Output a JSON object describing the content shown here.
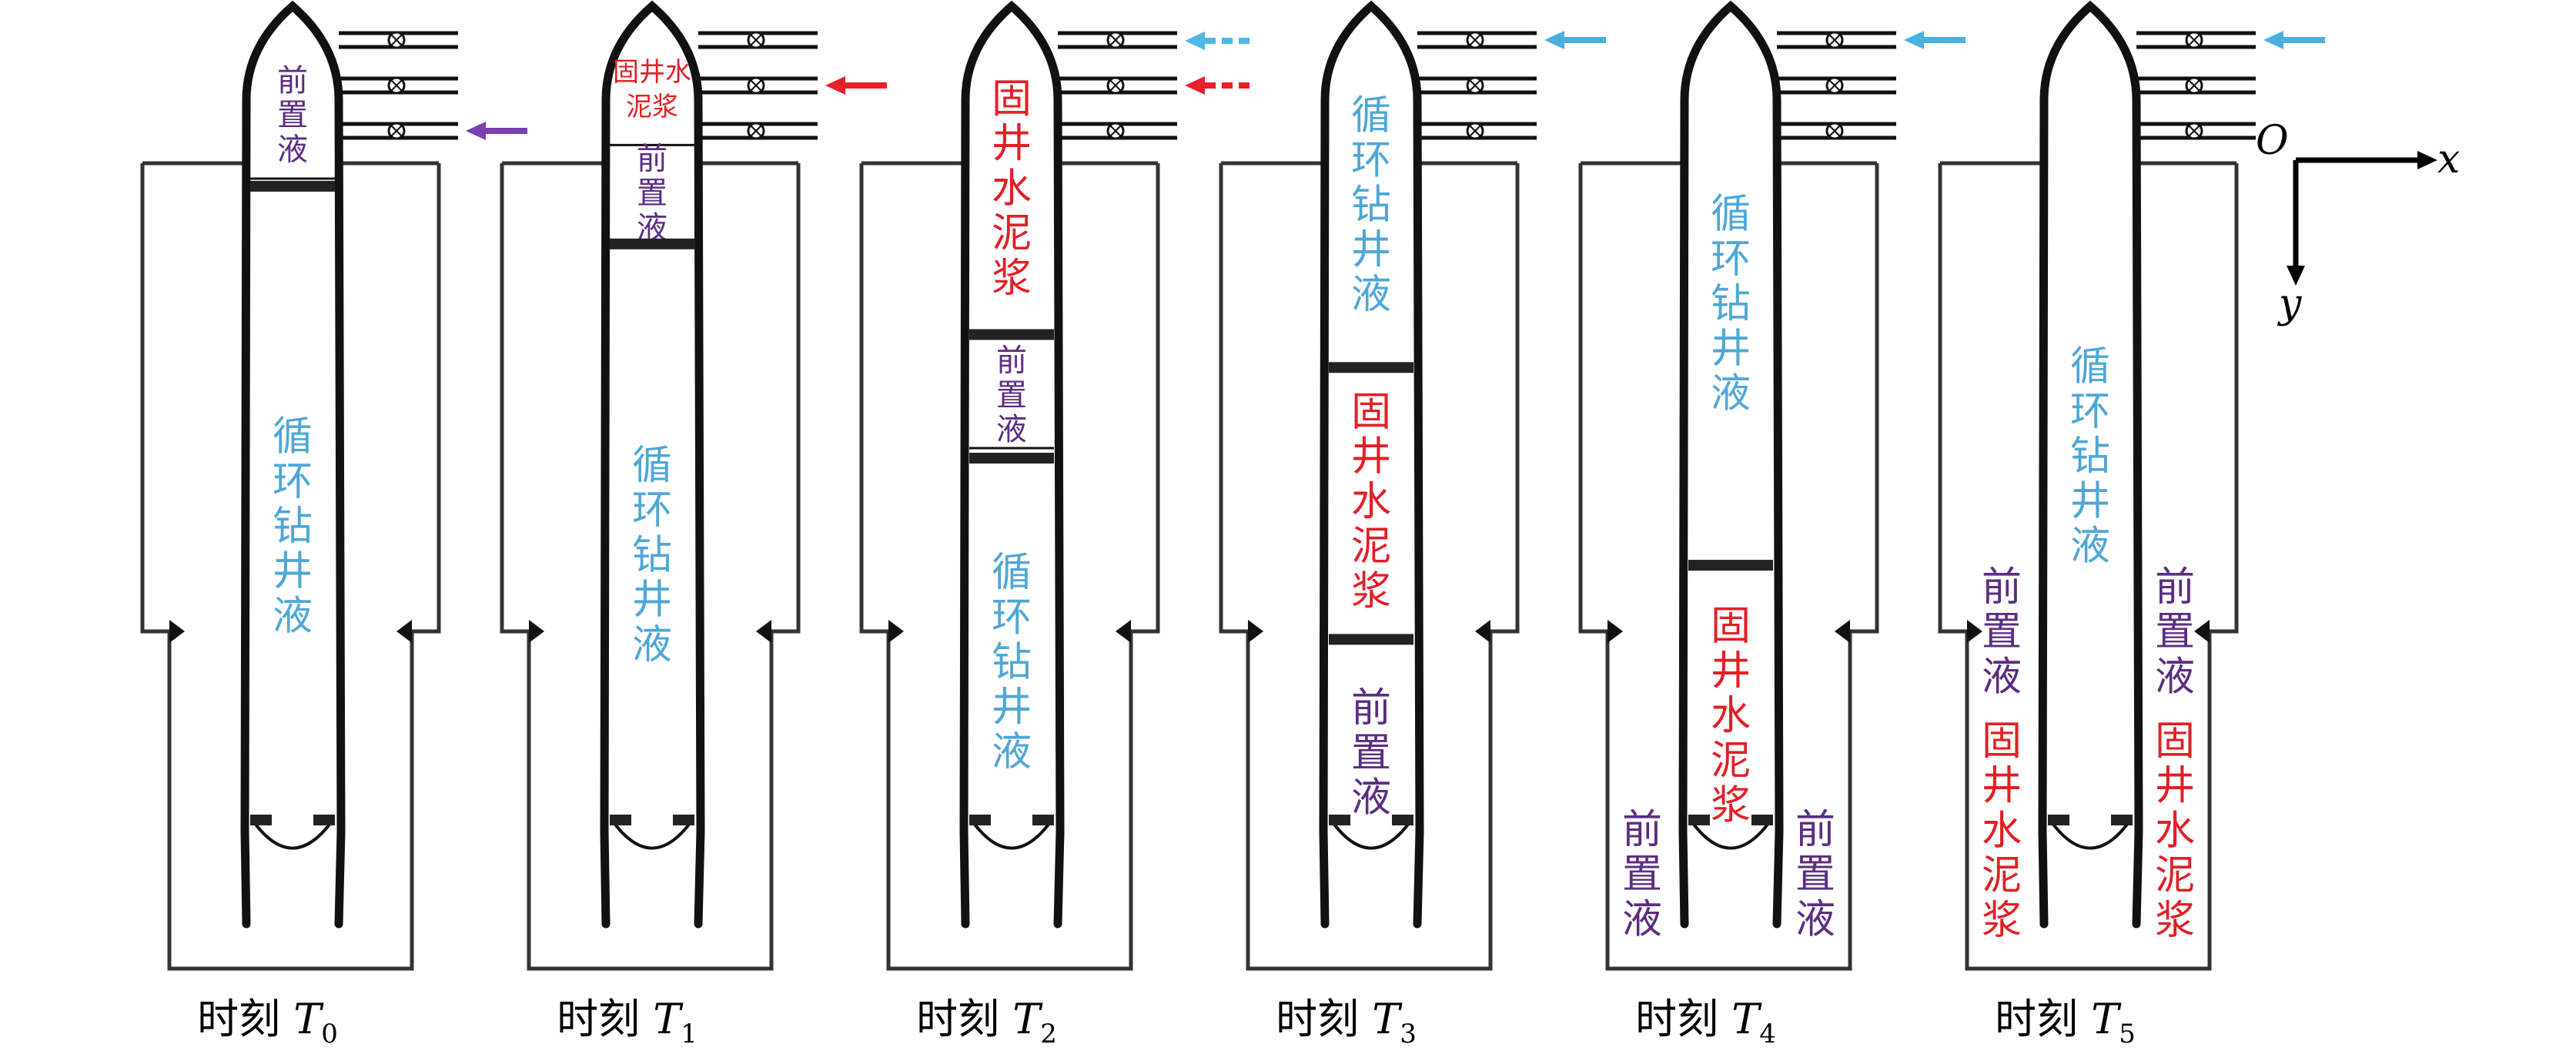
{
  "colors": {
    "wall": "#111111",
    "casing": "#333333",
    "purple": "#5b2d82",
    "red": "#e21f26",
    "blue": "#4fa7d6",
    "dashed_blue": "#4fb6e8",
    "arrow_purple": "#7a3fae",
    "arrow_red": "#e8202a",
    "arrow_blue": "#4ab0e0",
    "axes": "#000000"
  },
  "fluids": {
    "spacer": "前置液",
    "cement": "固井水泥浆",
    "cement_small_line1": "固井水",
    "cement_small_line2": "泥浆",
    "mud": "循环钻井液"
  },
  "axes": {
    "origin": "O",
    "x": "x",
    "y": "y"
  },
  "panels": [
    {
      "caption_prefix": "时刻 ",
      "caption_t": "T",
      "caption_sub": "0",
      "inlet_arrow": "purple",
      "inner_zones": [
        {
          "from": 0.0,
          "to": 0.17,
          "fluid": "spacer",
          "color": "purple"
        },
        {
          "from": 0.17,
          "to": 1.0,
          "fluid": "mud",
          "color": "blue"
        }
      ],
      "annulus_zones": []
    },
    {
      "caption_prefix": "时刻 ",
      "caption_t": "T",
      "caption_sub": "1",
      "inlet_arrow": "red",
      "inner_zones": [
        {
          "from": 0.0,
          "to": 0.12,
          "fluid": "cement_small",
          "color": "red"
        },
        {
          "from": 0.12,
          "to": 0.24,
          "fluid": "spacer",
          "color": "purple"
        },
        {
          "from": 0.24,
          "to": 1.0,
          "fluid": "mud",
          "color": "blue"
        }
      ],
      "annulus_zones": []
    },
    {
      "caption_prefix": "时刻 ",
      "caption_t": "T",
      "caption_sub": "2",
      "inlet_arrow": "dashed",
      "inner_zones": [
        {
          "from": 0.0,
          "to": 0.35,
          "fluid": "cement",
          "color": "red"
        },
        {
          "from": 0.35,
          "to": 0.5,
          "fluid": "spacer",
          "color": "purple"
        },
        {
          "from": 0.5,
          "to": 1.0,
          "fluid": "mud",
          "color": "blue"
        }
      ],
      "annulus_zones": []
    },
    {
      "caption_prefix": "时刻 ",
      "caption_t": "T",
      "caption_sub": "3",
      "inlet_arrow": "blue",
      "inner_zones": [
        {
          "from": 0.0,
          "to": 0.39,
          "fluid": "mud",
          "color": "blue"
        },
        {
          "from": 0.39,
          "to": 0.72,
          "fluid": "cement",
          "color": "red"
        },
        {
          "from": 0.72,
          "to": 1.0,
          "fluid": "spacer",
          "color": "purple"
        }
      ],
      "annulus_zones": []
    },
    {
      "caption_prefix": "时刻 ",
      "caption_t": "T",
      "caption_sub": "4",
      "inlet_arrow": "blue",
      "inner_zones": [
        {
          "from": 0.0,
          "to": 0.63,
          "fluid": "mud",
          "color": "blue"
        },
        {
          "from": 0.63,
          "to": 1.0,
          "fluid": "cement",
          "color": "red"
        }
      ],
      "annulus_zones": [
        {
          "fluid": "spacer",
          "color": "purple",
          "where": "bottom"
        }
      ]
    },
    {
      "caption_prefix": "时刻 ",
      "caption_t": "T",
      "caption_sub": "5",
      "inlet_arrow": "blue",
      "inner_zones": [
        {
          "from": 0.0,
          "to": 1.0,
          "fluid": "mud",
          "color": "blue"
        }
      ],
      "annulus_zones": [
        {
          "fluid": "spacer",
          "color": "purple",
          "where": "middle"
        },
        {
          "fluid": "cement",
          "color": "red",
          "where": "lower"
        }
      ]
    }
  ]
}
